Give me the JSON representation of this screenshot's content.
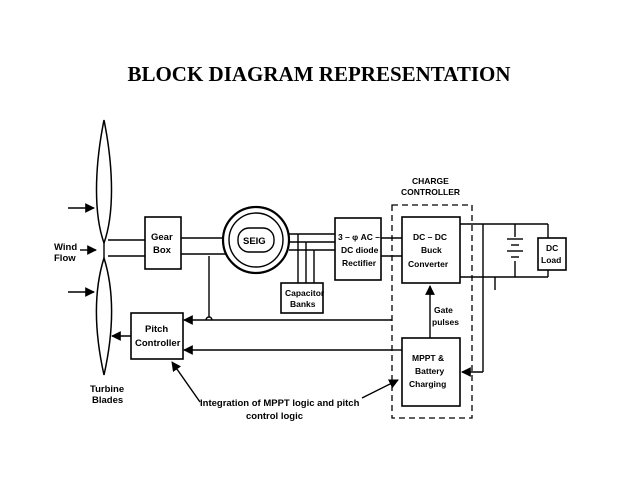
{
  "title": "BLOCK DIAGRAM REPRESENTATION",
  "labels": {
    "wind_flow": [
      "Wind",
      "Flow"
    ],
    "turbine_blades": [
      "Turbine",
      "Blades"
    ],
    "gear_box": [
      "Gear",
      "Box"
    ],
    "seig": "SEIG",
    "rectifier": [
      "3 – φ AC –",
      "DC diode",
      "Rectifier"
    ],
    "capacitor_banks": [
      "Capacitor",
      "Banks"
    ],
    "charge_controller": [
      "CHARGE",
      "CONTROLLER"
    ],
    "buck_converter": [
      "DC – DC",
      "Buck",
      "Converter"
    ],
    "dc_load": [
      "DC",
      "Load"
    ],
    "gate_pulses": [
      "Gate",
      "pulses"
    ],
    "mppt": [
      "MPPT &",
      "Battery",
      "Charging"
    ],
    "pitch_controller": [
      "Pitch",
      "Controller"
    ],
    "integration_note": [
      "Integration of MPPT logic and pitch",
      "control logic"
    ]
  }
}
